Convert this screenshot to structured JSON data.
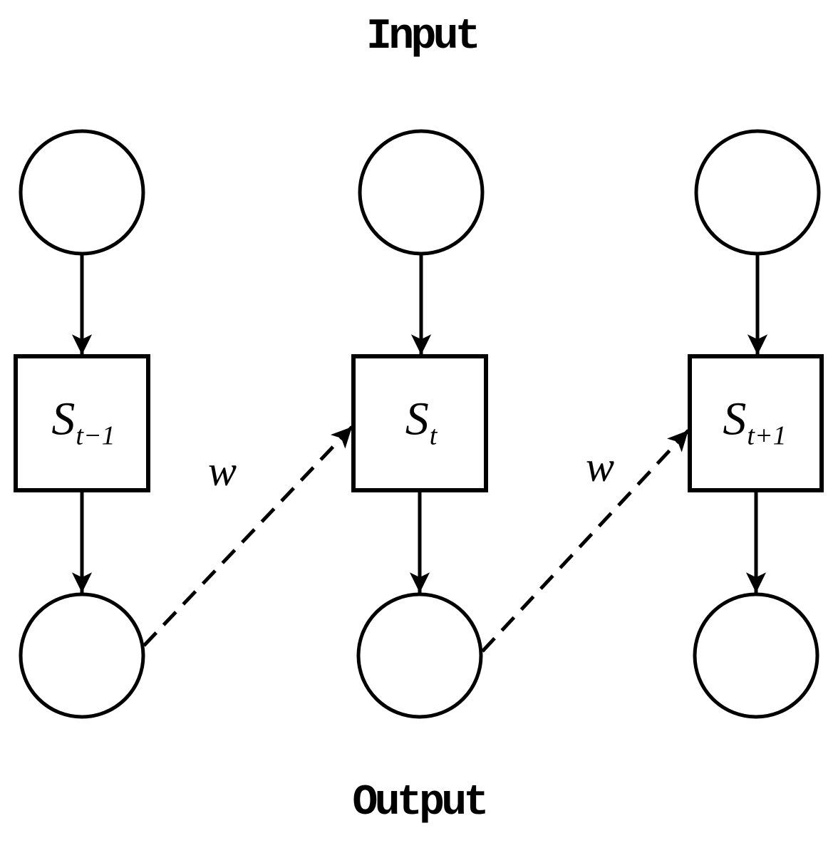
{
  "diagram": {
    "kind": "recurrent-network-unrolled",
    "input_label": "Input",
    "output_label": "Output",
    "units": [
      {
        "state_base": "S",
        "state_sub": "t−1"
      },
      {
        "state_base": "S",
        "state_sub": "t"
      },
      {
        "state_base": "S",
        "state_sub": "t+1"
      }
    ],
    "weight_labels": [
      "w",
      "w"
    ],
    "colors": {
      "stroke": "#000000",
      "background": "#ffffff",
      "text": "#000000"
    }
  }
}
